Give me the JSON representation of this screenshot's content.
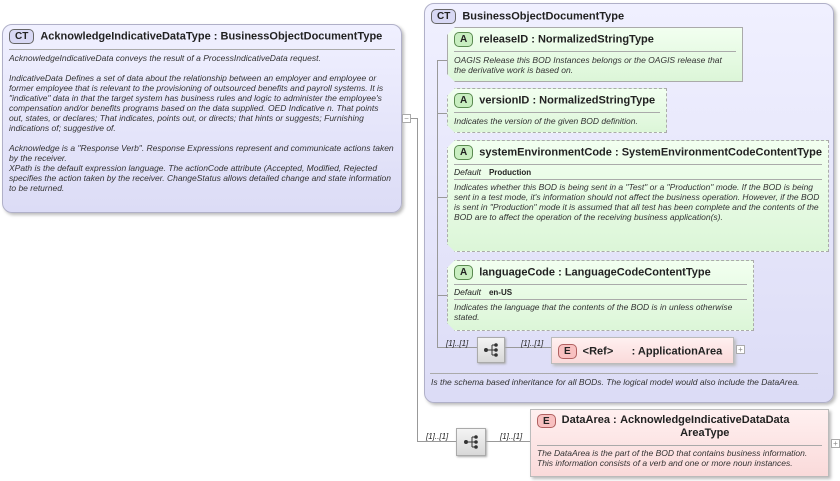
{
  "main_type": {
    "badge": "CT",
    "name": "AcknowledgeIndicativeDataType",
    "base": "BusinessObjectDocumentType",
    "description": [
      "AcknowledgeIndicativeData conveys the result of a ProcessIndicativeData request.",
      "IndicativeData  Defines a set of data about the relationship between an employer and employee or former employee that is relevant to the provisioning of outsourced benefits and payroll systems. It is \"indicative\" data in that the target system has business rules and logic to administer the employee's compensation and/or benefits programs based on the data supplied. OED Indicative n. That points out, states, or declares; That indicates, points out, or directs; that hints or suggests; Furnishing indications of; suggestive of.",
      "Acknowledge is a \"Response Verb\". Response Expressions represent and communicate actions taken by the receiver.\nXPath is the default expression language. The actionCode attribute (Accepted, Modified, Rejected\nspecifies the action taken by the receiver. ChangeStatus allows detailed change and state information to be returned."
    ]
  },
  "base_type": {
    "badge": "CT",
    "name": "BusinessObjectDocumentType",
    "description": "Is the schema based inheritance for all BODs. The logical model would also include the DataArea.",
    "attributes": [
      {
        "badge": "A",
        "name": "releaseID",
        "type": "NormalizedStringType",
        "description": "OAGIS Release this BOD Instances belongs or the OAGIS release that the derivative work is based on."
      },
      {
        "badge": "A",
        "name": "versionID",
        "type": "NormalizedStringType",
        "description": "Indicates the version of the given BOD definition."
      },
      {
        "badge": "A",
        "name": "systemEnvironmentCode",
        "type": "SystemEnvironmentCodeContentType",
        "default_label": "Default",
        "default": "Production",
        "description": "Indicates whether this BOD is being sent in a \"Test\" or a \"Production\" mode. If the BOD is being sent in a test mode, it's information should not affect the business operation. However, if the BOD is sent in \"Production\" mode it is assumed that all test has been complete and the contents of the BOD are to affect the operation of the receiving business application(s)."
      },
      {
        "badge": "A",
        "name": "languageCode",
        "type": "LanguageCodeContentType",
        "default_label": "Default",
        "default": "en-US",
        "description": "Indicates the language that the contents of the BOD is in unless otherwise stated."
      }
    ],
    "sequence": {
      "card_in": "[1]..[1]",
      "card_out": "[1]..[1]"
    },
    "application_area": {
      "badge": "E",
      "ref": "<Ref>",
      "name": "ApplicationArea"
    }
  },
  "data_area": {
    "card_in": "[1]..[1]",
    "card_out": "[1]..[1]",
    "badge": "E",
    "name": "DataArea",
    "type": "AcknowledgeIndicativeDataDataAreaType",
    "description": "The DataArea is the part of the BOD that contains business information. This information consists of a verb and one or more noun instances."
  },
  "separator": ":"
}
